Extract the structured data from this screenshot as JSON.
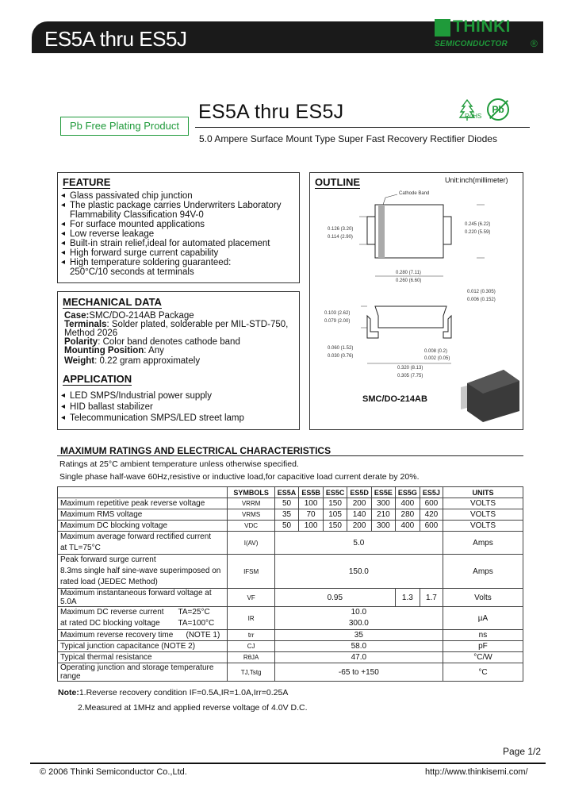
{
  "header": {
    "banner_title": "ES5A thru ES5J",
    "logo_text": "THINKI",
    "logo_sub": "SEMICONDUCTOR",
    "logo_reg": "®"
  },
  "title": {
    "main": "ES5A thru ES5J",
    "pb_free": "Pb Free Plating Product",
    "subtitle": "5.0 Ampere Surface Mount Type Super Fast Recovery Rectifier Diodes",
    "rohs": "RoHS",
    "pb": "Pb"
  },
  "feature": {
    "heading": "FEATURE",
    "items": [
      "Glass passivated chip junction",
      "The plastic package carries Underwriters Laboratory Flammability Classification 94V-0",
      "For surface mounted applications",
      "Low reverse leakage",
      "Built-in strain relief,ideal for automated placement",
      "High forward surge current capability",
      "High temperature soldering guaranteed:"
    ],
    "extra": "250°C/10 seconds at terminals"
  },
  "mechanical": {
    "heading": "MECHANICAL DATA",
    "case_label": "Case:",
    "case": "SMC/DO-214AB Package",
    "terminals_label": "Terminals",
    "terminals": ": Solder plated, solderable per MIL-STD-750, Method 2026",
    "polarity_label": "Polarity",
    "polarity": ": Color band denotes cathode band",
    "mounting_label": "Mounting Position",
    "mounting": ": Any",
    "weight_label": "Weight",
    "weight": ": 0.22 gram approximately"
  },
  "application": {
    "heading": "APPLICATION",
    "items": [
      "LED SMPS/Industrial power supply",
      "HID ballast stabilizer",
      "Telecommunication SMPS/LED street lamp"
    ]
  },
  "outline": {
    "heading": "OUTLINE",
    "unit": "Unit:inch(millimeter)",
    "cathode": "Cathode Band",
    "dim1a": "0.126 (3.20)",
    "dim1b": "0.114 (2.90)",
    "dim2a": "0.245 (6.22)",
    "dim2b": "0.220 (5.59)",
    "dim3a": "0.280 (7.11)",
    "dim3b": "0.260 (6.60)",
    "dim4a": "0.012 (0.305)",
    "dim4b": "0.006 (0.152)",
    "dim5a": "0.103 (2.62)",
    "dim5b": "0.079 (2.00)",
    "dim6a": "0.060 (1.52)",
    "dim6b": "0.030 (0.76)",
    "dim7a": "0.008 (0.2)",
    "dim7b": "0.002 (0.05)",
    "dim8a": "0.320 (8.13)",
    "dim8b": "0.305 (7.75)",
    "package": "SMC/DO-214AB"
  },
  "ratings": {
    "heading": "MAXIMUM RATINGS AND ELECTRICAL CHARACTERISTICS",
    "note1": "Ratings at 25°C ambient temperature unless otherwise specified.",
    "note2": "Single phase half-wave 60Hz,resistive or inductive load,for capacitive load current derate by 20%.",
    "header": [
      "",
      "SYMBOLS",
      "ES5A",
      "ES5B",
      "ES5C",
      "ES5D",
      "ES5E",
      "ES5G",
      "ES5J",
      "UNITS"
    ],
    "rows": [
      {
        "param": "Maximum repetitive peak reverse voltage",
        "sym": "VRRM",
        "v": [
          "50",
          "100",
          "150",
          "200",
          "300",
          "400",
          "600"
        ],
        "unit": "VOLTS"
      },
      {
        "param": "Maximum RMS voltage",
        "sym": "VRMS",
        "v": [
          "35",
          "70",
          "105",
          "140",
          "210",
          "280",
          "420"
        ],
        "unit": "VOLTS"
      },
      {
        "param": "Maximum DC blocking voltage",
        "sym": "VDC",
        "v": [
          "50",
          "100",
          "150",
          "200",
          "300",
          "400",
          "600"
        ],
        "unit": "VOLTS"
      }
    ],
    "avg_p1": "Maximum average forward rectified current",
    "avg_p2": "at TL=75°C",
    "avg_sym": "I(AV)",
    "avg_val": "5.0",
    "avg_unit": "Amps",
    "surge_p1": "Peak forward surge current",
    "surge_p2": "8.3ms single half sine-wave superimposed on",
    "surge_p3": "rated load (JEDEC Method)",
    "surge_sym": "IFSM",
    "surge_val": "150.0",
    "surge_unit": "Amps",
    "vf_p": "Maximum instantaneous forward voltage at 5.0A",
    "vf_sym": "VF",
    "vf_v1": "0.95",
    "vf_v2": "1.3",
    "vf_v3": "1.7",
    "vf_unit": "Volts",
    "ir_p1": "Maximum DC reverse current",
    "ir_t1": "TA=25°C",
    "ir_p2": "at rated DC blocking voltage",
    "ir_t2": "TA=100°C",
    "ir_sym": "IR",
    "ir_v1": "10.0",
    "ir_v2": "300.0",
    "ir_unit": "µA",
    "trr_p": "Maximum reverse recovery time",
    "trr_note": "(NOTE 1)",
    "trr_sym": "trr",
    "trr_val": "35",
    "trr_unit": "ns",
    "cj_p": "Typical junction capacitance (NOTE 2)",
    "cj_sym": "CJ",
    "cj_val": "58.0",
    "cj_unit": "pF",
    "rth_p": "Typical thermal resistance",
    "rth_sym": "RθJA",
    "rth_val": "47.0",
    "rth_unit": "°C/W",
    "tj_p": "Operating junction and storage temperature range",
    "tj_sym": "TJ,Tstg",
    "tj_val": "-65 to +150",
    "tj_unit": "°C"
  },
  "notes": {
    "label": "Note:",
    "n1": "1.Reverse recovery condition IF=0.5A,IR=1.0A,Irr=0.25A",
    "n2": "2.Measured at 1MHz and applied reverse voltage of 4.0V D.C."
  },
  "footer": {
    "page": "Page 1/2",
    "copyright": "© 2006  Thinki  Semiconductor  Co.,Ltd.",
    "url": "http://www.thinkisemi.com/"
  }
}
